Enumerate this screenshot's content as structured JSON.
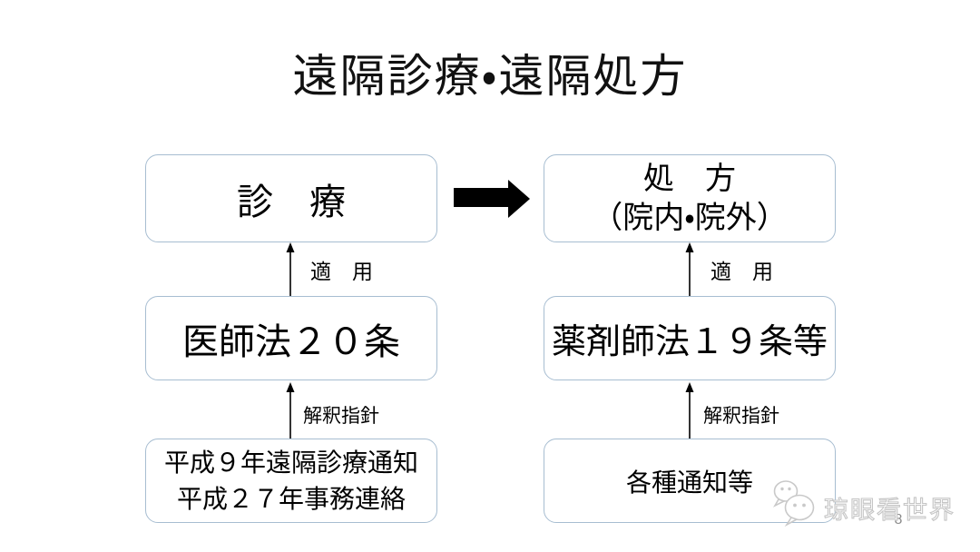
{
  "title": "遠隔診療・遠隔処方",
  "left_column": {
    "top_box": "診　療",
    "apply_label": "適　用",
    "middle_box": "医師法２０条",
    "interpretation_label": "解釈指針",
    "bottom_box_line1": "平成９年遠隔診療通知",
    "bottom_box_line2": "平成２７年事務連絡"
  },
  "right_column": {
    "top_box_line1": "処　方",
    "top_box_line2": "（院内・院外）",
    "apply_label": "適　用",
    "middle_box": "薬剤師法１９条等",
    "interpretation_label": "解釈指針",
    "bottom_box": "各種通知等"
  },
  "icons": {
    "flow_arrow": "right-arrow-icon",
    "up_arrows": "up-arrow-icon",
    "watermark_logo": "wechat-logo-icon"
  },
  "footer": {
    "watermark_text": "琼眼看世界",
    "page_number": "8"
  },
  "colors": {
    "box_border": "#a7bdd1",
    "arrow": "#000000",
    "watermark_outline": "#c6c6c6",
    "page_number": "#8a8a8a",
    "background": "#ffffff"
  }
}
